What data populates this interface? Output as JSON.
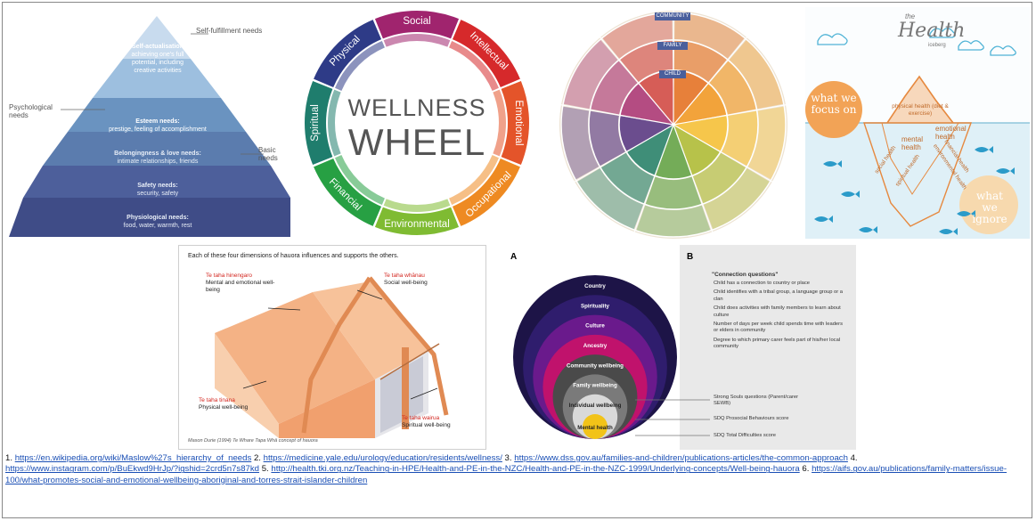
{
  "maslow": {
    "self_label": "Self-fulfillment needs",
    "psych_label": "Psychological needs",
    "basic_label": "Basic needs",
    "levels": [
      {
        "title": "Self-actualisation",
        "desc": "achieving one's full potential, including creative activities"
      },
      {
        "title": "Esteem needs:",
        "desc": "prestige, feeling of accomplishment"
      },
      {
        "title": "Belongingness & love needs:",
        "desc": "intimate relationships, friends"
      },
      {
        "title": "Safety needs:",
        "desc": "security, safety"
      },
      {
        "title": "Physiological needs:",
        "desc": "food, water, warmth, rest"
      }
    ]
  },
  "wellness": {
    "title_top": "WELLNESS",
    "title_bottom": "WHEEL",
    "segments": [
      {
        "label": "Social",
        "color": "#a0246e"
      },
      {
        "label": "Intellectual",
        "color": "#d6292b"
      },
      {
        "label": "Emotional",
        "color": "#e4542a"
      },
      {
        "label": "Occupational",
        "color": "#ee8a22"
      },
      {
        "label": "Environmental",
        "color": "#7fbb32"
      },
      {
        "label": "Financial",
        "color": "#27a043"
      },
      {
        "label": "Spiritual",
        "color": "#1f7d6d"
      },
      {
        "label": "Physical",
        "color": "#2e3b87"
      }
    ]
  },
  "common": {
    "tags": [
      "COMMUNITY",
      "FAMILY",
      "CHILD"
    ],
    "wedge_colors": [
      "#e7803a",
      "#f2a33b",
      "#f6c64b",
      "#b7c24a",
      "#74ac58",
      "#3f8e78",
      "#6b4d8e",
      "#b44c82",
      "#d65d57"
    ]
  },
  "iceberg": {
    "title_line1": "the",
    "title_line2": "Health",
    "title_line3": "iceberg",
    "focus_label": "what we focus on",
    "ignore_label": "what we ignore",
    "peak_label": "physical health (diet & exercise)",
    "left_label": "mental health",
    "right_label": "emotional health",
    "deep_labels": [
      "social health",
      "spiritual health",
      "environmental health",
      "financial health"
    ]
  },
  "hauora": {
    "header": "Each of these four dimensions of hauora influences and supports the others.",
    "dims": [
      {
        "maori": "Te taha hinengaro",
        "english": "Mental and emotional well-being"
      },
      {
        "maori": "Te taha whānau",
        "english": "Social well-being"
      },
      {
        "maori": "Te taha tinana",
        "english": "Physical well-being"
      },
      {
        "maori": "Te taha wairua",
        "english": "Spiritual well-being"
      }
    ],
    "credit": "Mason Durie (1994) Te Whare Tapa Whā concept of hauora"
  },
  "aifs": {
    "label_a": "A",
    "label_b": "B",
    "rings": [
      {
        "label": "Country",
        "color": "#1d1447"
      },
      {
        "label": "Spirituality",
        "color": "#2f1d6d"
      },
      {
        "label": "Culture",
        "color": "#6a1a8c"
      },
      {
        "label": "Ancestry",
        "color": "#c0126c"
      },
      {
        "label": "Community wellbeing",
        "color": "#4a4a4a"
      },
      {
        "label": "Family wellbeing",
        "color": "#7a7a7a"
      },
      {
        "label": "Individual wellbeing",
        "color": "#d9d9d9"
      },
      {
        "label": "Mental health",
        "color": "#f2c318"
      }
    ],
    "questions_title": "\"Connection questions\"",
    "questions": [
      "Child has a connection to country or place",
      "Child identifies with a tribal group, a language group or a clan",
      "Child does activities with family members to learn about culture",
      "Number of days per week child spends time with leaders or elders in community",
      "Degree to which primary carer feels part of his/her local community"
    ],
    "measures": [
      "Strong Souls questions (Parent/carer SEWB)",
      "SDQ Prosocial Behaviours score",
      "SDQ Total Difficulties score"
    ]
  },
  "references": [
    {
      "num": "1.",
      "url": "https://en.wikipedia.org/wiki/Maslow%27s_hierarchy_of_needs"
    },
    {
      "num": "2.",
      "url": "https://medicine.yale.edu/urology/education/residents/wellness/"
    },
    {
      "num": "3.",
      "url": "https://www.dss.gov.au/families-and-children/publications-articles/the-common-approach"
    },
    {
      "num": "4.",
      "url": "https://www.instagram.com/p/BuEkwd9HrJp/?igshid=2crd5n7s87kd"
    },
    {
      "num": "5.",
      "url": "http://health.tki.org.nz/Teaching-in-HPE/Health-and-PE-in-the-NZC/Health-and-PE-in-the-NZC-1999/Underlying-concepts/Well-being-hauora"
    },
    {
      "num": "6.",
      "url": "https://aifs.gov.au/publications/family-matters/issue-100/what-promotes-social-and-emotional-wellbeing-aboriginal-and-torres-strait-islander-children"
    }
  ]
}
